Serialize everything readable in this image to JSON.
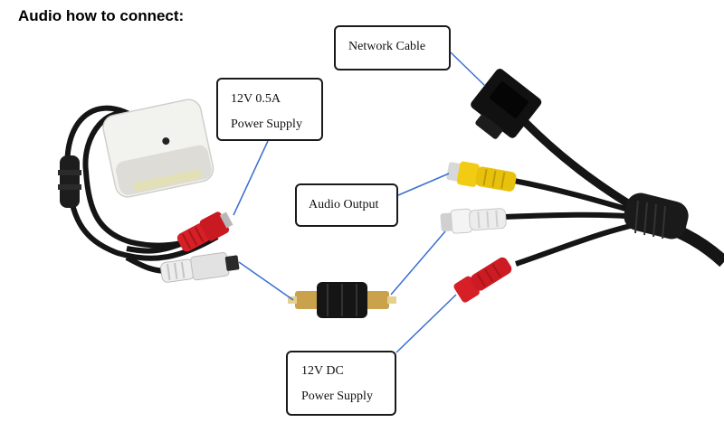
{
  "title": "Audio how to connect:",
  "callouts": {
    "network_cable": "Network Cable",
    "power_supply_12v": {
      "line1": "12V 0.5A",
      "line2": "Power Supply"
    },
    "audio_output": "Audio Output",
    "dc_power_supply": {
      "line1": "12V DC",
      "line2": "Power Supply"
    }
  },
  "colors": {
    "leader_line": "#3a6fd0",
    "cable": "#151515",
    "module_body": "#e9e9e6",
    "plug_red": "#d61f26",
    "plug_white": "#efefef",
    "plug_yellow": "#f2cc12",
    "gold_pin": "#c9a24b"
  }
}
